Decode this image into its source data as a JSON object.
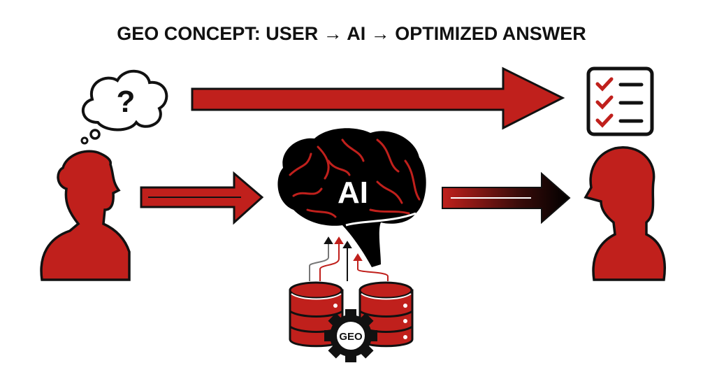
{
  "title": "GEO CONCEPT: USER → AI → OPTIMIZED ANSWER",
  "thought_bubble": {
    "symbol": "?"
  },
  "brain": {
    "label": "AI"
  },
  "gear": {
    "label": "GEO"
  },
  "colors": {
    "accent": "#c0201c",
    "dark": "#111111",
    "background": "#ffffff"
  },
  "icons": [
    "thought-bubble-icon",
    "checklist-icon",
    "user-icon",
    "brain-icon",
    "database-icon",
    "gear-icon",
    "person-icon"
  ]
}
